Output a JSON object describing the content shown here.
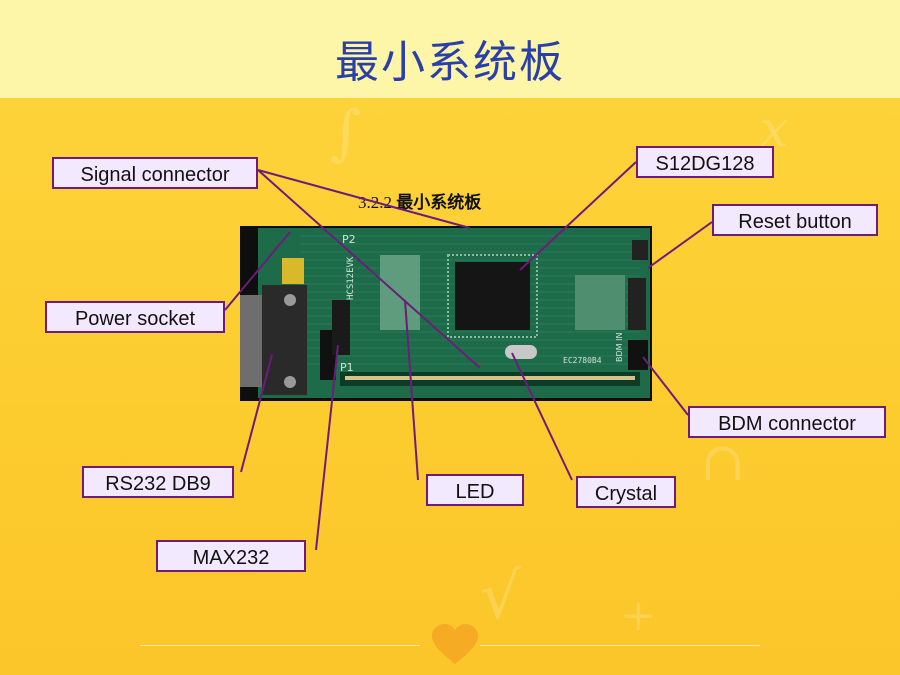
{
  "slide": {
    "title": "最小系统板",
    "caption_number": "3.2.2",
    "caption_text": "最小系统板"
  },
  "board_silkscreen": {
    "model_text": "HCS12EVK",
    "p1": "P1",
    "p2": "P2",
    "bdm_in": "BDM IN",
    "chip_tag": "EC2780B4"
  },
  "labels": {
    "signal_connector": "Signal connector",
    "s12dg128": "S12DG128",
    "reset_button": "Reset button",
    "power_socket": "Power socket",
    "bdm_connector": "BDM connector",
    "rs232_db9": "RS232 DB9",
    "led": "LED",
    "crystal": "Crystal",
    "max232": "MAX232"
  },
  "colors": {
    "title": "#2A3FA8",
    "label_border": "#6E1C7B",
    "label_fill": "#F3E9FF",
    "pcb_green": "#1E6B4A",
    "background": "#FCCB2E"
  }
}
